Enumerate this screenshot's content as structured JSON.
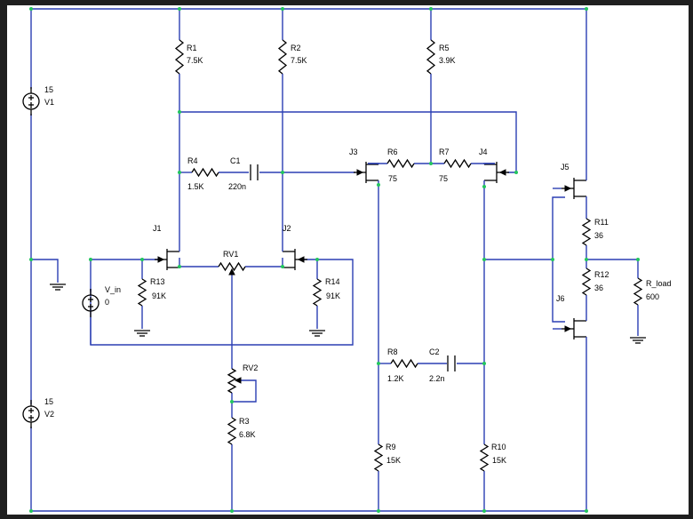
{
  "colors": {
    "wire": "#2b3fb3",
    "node": "#22c55e",
    "component": "#000000",
    "background": "#ffffff",
    "frame": "#1f1f1f"
  },
  "components": {
    "V1": {
      "name": "V1",
      "value": "15"
    },
    "V2": {
      "name": "V2",
      "value": "15"
    },
    "V_in": {
      "name": "V_in",
      "value": "0"
    },
    "R1": {
      "name": "R1",
      "value": "7.5K"
    },
    "R2": {
      "name": "R2",
      "value": "7.5K"
    },
    "R3": {
      "name": "R3",
      "value": "6.8K"
    },
    "R4": {
      "name": "R4",
      "value": "1.5K"
    },
    "R5": {
      "name": "R5",
      "value": "3.9K"
    },
    "R6": {
      "name": "R6",
      "value": "75"
    },
    "R7": {
      "name": "R7",
      "value": "75"
    },
    "R8": {
      "name": "R8",
      "value": "1.2K"
    },
    "R9": {
      "name": "R9",
      "value": "15K"
    },
    "R10": {
      "name": "R10",
      "value": "15K"
    },
    "R11": {
      "name": "R11",
      "value": "36"
    },
    "R12": {
      "name": "R12",
      "value": "36"
    },
    "R13": {
      "name": "R13",
      "value": "91K"
    },
    "R14": {
      "name": "R14",
      "value": "91K"
    },
    "R_load": {
      "name": "R_load",
      "value": "600"
    },
    "C1": {
      "name": "C1",
      "value": "220n"
    },
    "C2": {
      "name": "C2",
      "value": "2.2n"
    },
    "RV1": {
      "name": "RV1"
    },
    "RV2": {
      "name": "RV2"
    },
    "J1": {
      "name": "J1"
    },
    "J2": {
      "name": "J2"
    },
    "J3": {
      "name": "J3"
    },
    "J4": {
      "name": "J4"
    },
    "J5": {
      "name": "J5"
    },
    "J6": {
      "name": "J6"
    }
  }
}
